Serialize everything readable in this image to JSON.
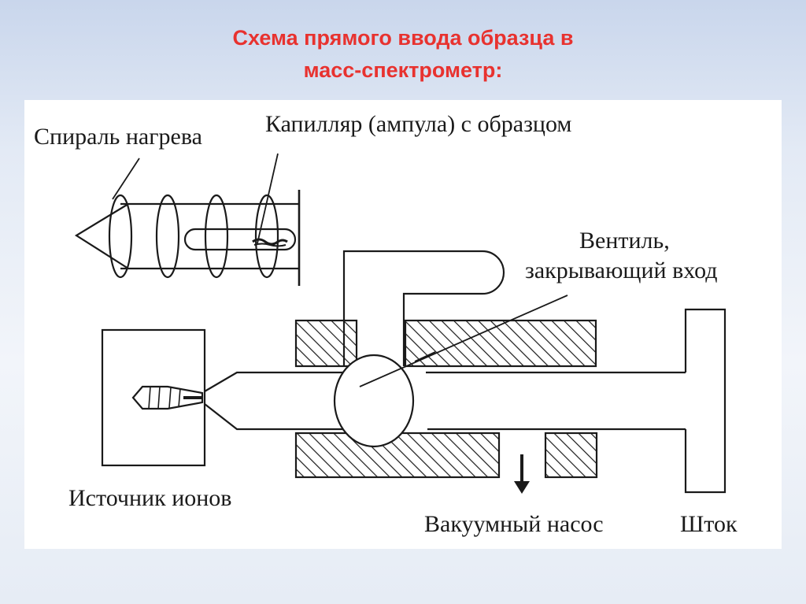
{
  "slide": {
    "title_line1": "Схема прямого ввода образца в",
    "title_line2": "масс-спектрометр:"
  },
  "diagram": {
    "labels": {
      "heating_coil": "Спираль нагрева",
      "capillary": "Капилляр (ампула) с образцом",
      "valve_line1": "Вентиль,",
      "valve_line2": "закрывающий вход",
      "ion_source": "Источник ионов",
      "vacuum_pump": "Вакуумный насос",
      "rod": "Шток"
    },
    "colors": {
      "title": "#e8322f",
      "ink": "#1a1a1a",
      "background": "#ffffff"
    }
  }
}
